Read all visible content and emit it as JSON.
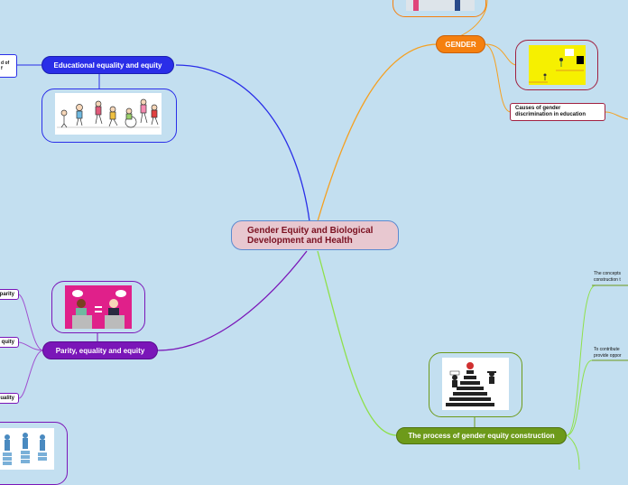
{
  "central": {
    "line1": "Gender Equity and Biological",
    "line2": "Development and Health"
  },
  "topics": {
    "educational": "Educational equality and equity",
    "gender": "GENDER",
    "parity": "Parity, equality and equity",
    "process": "The process of gender equity construction"
  },
  "subtopics": {
    "causes_line1": "Causes of gender",
    "causes_line2": "discrimination in education",
    "left_edge_top_line1": "d of",
    "left_edge_top_line2": "f",
    "parity_item1": "parity",
    "parity_item2": "quity",
    "parity_item3": "uality",
    "process_item1_line1": "The concepts",
    "process_item1_line2": "construction t",
    "process_item2_line1": "To contribute",
    "process_item2_line2": "provide oppor"
  },
  "colors": {
    "educational": "#2a2ee8",
    "gender": "#f5800f",
    "parity": "#7a16b8",
    "process": "#6d9a1a",
    "central_bg": "#e8c8d0",
    "central_text": "#7a1020",
    "background": "#c3dff0"
  },
  "icons": [
    "children-playing-illustration",
    "equality-talk-illustration",
    "podium-crowd-illustration",
    "boy-girl-drawing",
    "people-on-books-illustration"
  ]
}
